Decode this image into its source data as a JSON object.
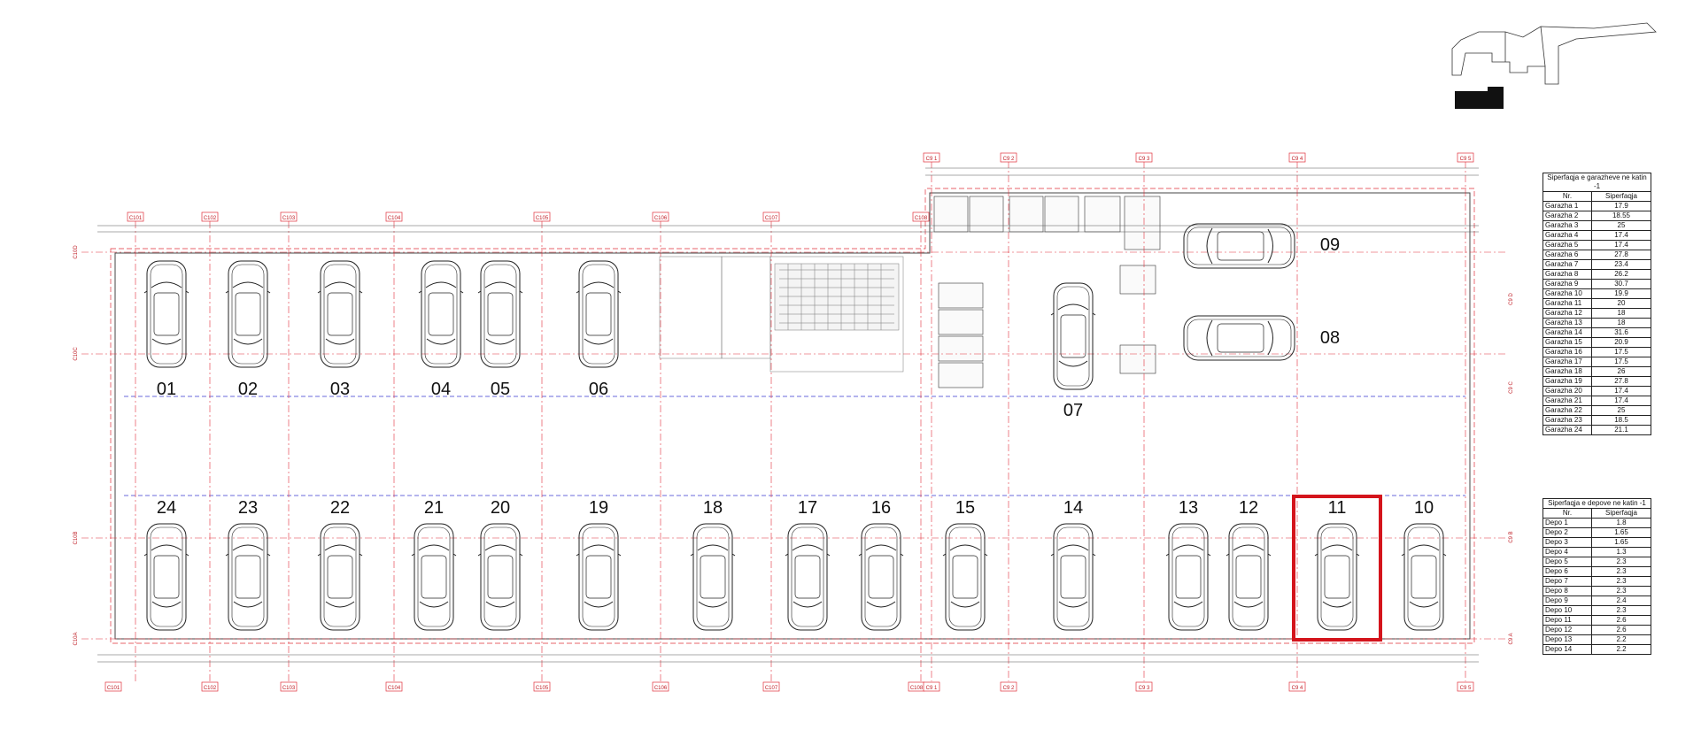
{
  "spaces_top": [
    {
      "label": "01"
    },
    {
      "label": "02"
    },
    {
      "label": "03"
    },
    {
      "label": "04"
    },
    {
      "label": "05"
    },
    {
      "label": "06"
    }
  ],
  "spaces_right": [
    {
      "label": "07"
    },
    {
      "label": "08"
    },
    {
      "label": "09"
    }
  ],
  "spaces_bottom": [
    {
      "label": "24"
    },
    {
      "label": "23"
    },
    {
      "label": "22"
    },
    {
      "label": "21"
    },
    {
      "label": "20"
    },
    {
      "label": "19"
    },
    {
      "label": "18"
    },
    {
      "label": "17"
    },
    {
      "label": "16"
    },
    {
      "label": "15"
    },
    {
      "label": "14"
    },
    {
      "label": "13"
    },
    {
      "label": "12"
    },
    {
      "label": "11"
    },
    {
      "label": "10"
    }
  ],
  "highlighted_space": "11",
  "highlight_color": "#d4141c",
  "axis_color": "#e0303a",
  "axes_top": [
    "C101",
    "C102",
    "C103",
    "C104",
    "C105",
    "C106",
    "C107",
    "C108"
  ],
  "axes_top_right": [
    "C9 1",
    "C9 2",
    "C9 3",
    "C9 4",
    "C9 5"
  ],
  "axes_bottom": [
    "C101",
    "C102",
    "C103",
    "C104",
    "C105",
    "C106",
    "C107",
    "C108",
    "C9 1",
    "C9 2",
    "C9 3",
    "C9 4",
    "C9 5"
  ],
  "axes_left": [
    "C10D",
    "C10C",
    "C10B",
    "C10A"
  ],
  "axes_right": [
    "C9 D",
    "C9 C",
    "C9 B",
    "C9 A"
  ],
  "garage_table": {
    "caption": "Siperfaqja e garazheve ne katin -1",
    "col_nr": "Nr.",
    "col_area": "Siperfaqja",
    "rows": [
      {
        "name": "Garazha 1",
        "value": "17.9"
      },
      {
        "name": "Garazha 2",
        "value": "18.55"
      },
      {
        "name": "Garazha 3",
        "value": "25"
      },
      {
        "name": "Garazha 4",
        "value": "17.4"
      },
      {
        "name": "Garazha 5",
        "value": "17.4"
      },
      {
        "name": "Garazha 6",
        "value": "27.8"
      },
      {
        "name": "Garazha 7",
        "value": "23.4"
      },
      {
        "name": "Garazha 8",
        "value": "26.2"
      },
      {
        "name": "Garazha 9",
        "value": "30.7"
      },
      {
        "name": "Garazha 10",
        "value": "19.9"
      },
      {
        "name": "Garazha 11",
        "value": "20"
      },
      {
        "name": "Garazha 12",
        "value": "18"
      },
      {
        "name": "Garazha 13",
        "value": "18"
      },
      {
        "name": "Garazha 14",
        "value": "31.6"
      },
      {
        "name": "Garazha 15",
        "value": "20.9"
      },
      {
        "name": "Garazha 16",
        "value": "17.5"
      },
      {
        "name": "Garazha 17",
        "value": "17.5"
      },
      {
        "name": "Garazha 18",
        "value": "26"
      },
      {
        "name": "Garazha 19",
        "value": "27.8"
      },
      {
        "name": "Garazha 20",
        "value": "17.4"
      },
      {
        "name": "Garazha 21",
        "value": "17.4"
      },
      {
        "name": "Garazha 22",
        "value": "25"
      },
      {
        "name": "Garazha 23",
        "value": "18.5"
      },
      {
        "name": "Garazha 24",
        "value": "21.1"
      }
    ]
  },
  "depo_table": {
    "caption": "Siperfaqja e depove ne katin -1",
    "col_nr": "Nr.",
    "col_area": "Siperfaqja",
    "rows": [
      {
        "name": "Depo 1",
        "value": "1.8"
      },
      {
        "name": "Depo 2",
        "value": "1.65"
      },
      {
        "name": "Depo 3",
        "value": "1.65"
      },
      {
        "name": "Depo 4",
        "value": "1.3"
      },
      {
        "name": "Depo 5",
        "value": "2.3"
      },
      {
        "name": "Depo 6",
        "value": "2.3"
      },
      {
        "name": "Depo 7",
        "value": "2.3"
      },
      {
        "name": "Depo 8",
        "value": "2.3"
      },
      {
        "name": "Depo 9",
        "value": "2.4"
      },
      {
        "name": "Depo 10",
        "value": "2.3"
      },
      {
        "name": "Depo 11",
        "value": "2.6"
      },
      {
        "name": "Depo 12",
        "value": "2.6"
      },
      {
        "name": "Depo 13",
        "value": "2.2"
      },
      {
        "name": "Depo 14",
        "value": "2.2"
      }
    ]
  }
}
